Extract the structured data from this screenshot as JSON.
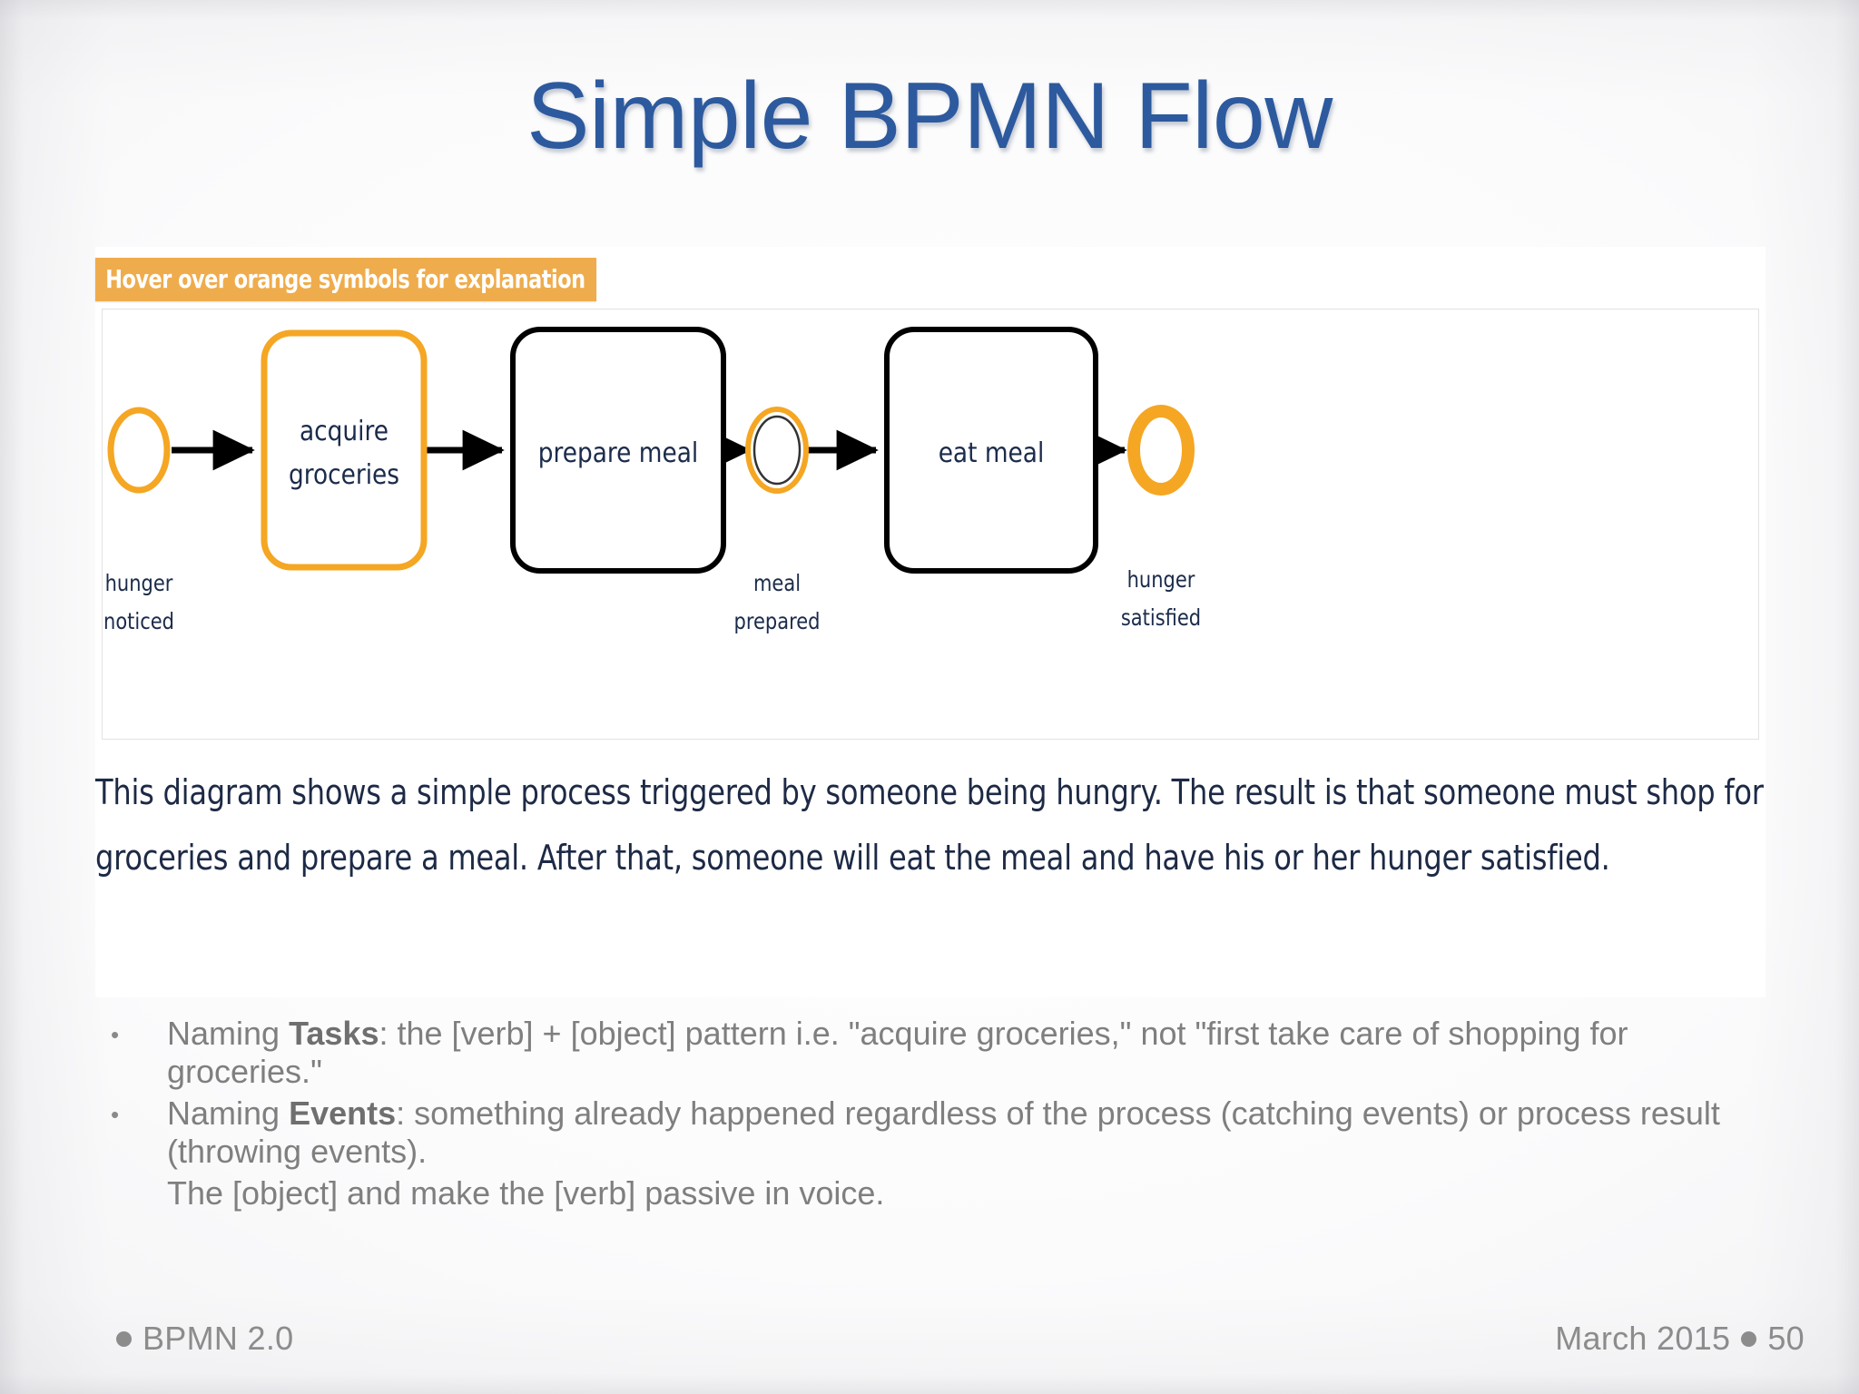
{
  "slide": {
    "title": "Simple BPMN Flow",
    "title_color": "#2d5a9e",
    "background_color": "#f1f1f3"
  },
  "panel": {
    "banner_text": "Hover over orange symbols for explanation",
    "banner_color": "#efac4c",
    "description": "This diagram shows a simple process triggered by someone being hungry. The result is that someone must shop for groceries and prepare a meal. After that, someone will eat the meal and have his or her hunger satisfied."
  },
  "diagram": {
    "type": "bpmn-flow",
    "accent_color": "#f5a623",
    "line_color": "#000000",
    "nodes": [
      {
        "id": "start",
        "kind": "start-event",
        "label": "",
        "caption": "hunger noticed",
        "caption_lines": [
          "hunger",
          "noticed"
        ],
        "highlighted": true
      },
      {
        "id": "acquire",
        "kind": "task",
        "label": "acquire groceries",
        "label_lines": [
          "acquire",
          "groceries"
        ],
        "highlighted": true
      },
      {
        "id": "prepare",
        "kind": "task",
        "label": "prepare meal",
        "label_lines": [
          "prepare meal"
        ],
        "highlighted": false
      },
      {
        "id": "intermediate",
        "kind": "intermediate-event",
        "label": "",
        "caption": "meal prepared",
        "caption_lines": [
          "meal",
          "prepared"
        ],
        "highlighted": true
      },
      {
        "id": "eat",
        "kind": "task",
        "label": "eat meal",
        "label_lines": [
          "eat meal"
        ],
        "highlighted": false
      },
      {
        "id": "end",
        "kind": "end-event",
        "label": "",
        "caption": "hunger satisfied",
        "caption_lines": [
          "hunger",
          "satisfied"
        ],
        "highlighted": true
      }
    ],
    "flows": [
      {
        "from": "start",
        "to": "acquire"
      },
      {
        "from": "acquire",
        "to": "prepare"
      },
      {
        "from": "prepare",
        "to": "intermediate"
      },
      {
        "from": "intermediate",
        "to": "eat"
      },
      {
        "from": "eat",
        "to": "end"
      }
    ]
  },
  "bullets": [
    {
      "dot": "•",
      "prefix": "Naming ",
      "strong": "Tasks",
      "suffix": ": the [verb] + [object] pattern i.e. \"acquire groceries,\" not \"first take care of shopping for groceries.\""
    },
    {
      "dot": "•",
      "prefix": "Naming ",
      "strong": "Events",
      "suffix": ": something already happened regardless of the process (catching events) or process result (throwing events)."
    }
  ],
  "bullet_note": "The [object] and make the [verb] passive in voice.",
  "footer": {
    "left_label": "BPMN 2.0",
    "right_date": "March 2015",
    "page_number": "50"
  }
}
